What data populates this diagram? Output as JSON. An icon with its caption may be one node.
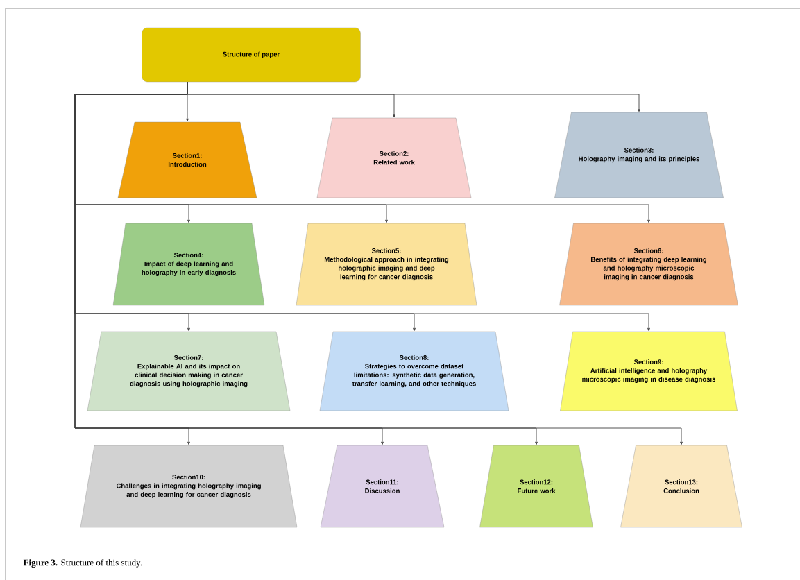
{
  "diagram": {
    "caption": "**Figure 3.** Structure of this study.",
    "nodes": [
      {
        "text": [
          "Structure of paper"
        ]
      },
      {
        "text": [
          "Section1:",
          "Introduction"
        ]
      },
      {
        "text": [
          "Section2:",
          "Related work"
        ]
      },
      {
        "text": [
          "Section3:",
          "Holography imaging and its principles"
        ]
      },
      {
        "text": [
          "Section4:",
          "Impact of deep learning and holography in early diagnosis"
        ]
      },
      {
        "text": [
          "Section5:",
          "Methodological approach in integrating holographic imaging and deep learning for cancer diagnosis"
        ]
      },
      {
        "text": [
          "Section6:",
          "Benefits of integrating deep learning and holography microscopic imaging in cancer diagnosis"
        ]
      },
      {
        "text": [
          "Section7:",
          "Explainable AI and its impact on clinical decision making in cancer diagnosis using holographic imaging"
        ]
      },
      {
        "text": [
          "Section8:",
          "Strategies to overcome dataset limitations: synthetic data generation, transfer learning, and other techniques"
        ]
      },
      {
        "text": [
          "Section9:",
          "Artificial intelligence and holography microscopic imaging in disease diagnosis"
        ]
      },
      {
        "text": [
          "Section10:",
          "Challenges in integrating holography imaging and deep learning for cancer diagnosis"
        ]
      },
      {
        "text": [
          "Section11:",
          "Discussion"
        ]
      },
      {
        "text": [
          "Section12:",
          "Future work"
        ]
      },
      {
        "text": [
          "Section13:",
          "Conclusion"
        ]
      }
    ],
    "edges": [
      {
        "from": 0,
        "to": 1,
        "arrow": "to"
      },
      {
        "from": 0,
        "to": 2,
        "arrow": "to"
      },
      {
        "from": 0,
        "to": 3,
        "arrow": "to"
      },
      {
        "from": 0,
        "to": 4,
        "arrow": "to"
      },
      {
        "from": 0,
        "to": 5,
        "arrow": "to"
      },
      {
        "from": 0,
        "to": 6,
        "arrow": "to"
      },
      {
        "from": 0,
        "to": 7,
        "arrow": "to"
      },
      {
        "from": 0,
        "to": 8,
        "arrow": "to"
      },
      {
        "from": 0,
        "to": 9,
        "arrow": "to"
      },
      {
        "from": 0,
        "to": 10,
        "arrow": "to"
      },
      {
        "from": 0,
        "to": 11,
        "arrow": "to"
      },
      {
        "from": 0,
        "to": 12,
        "arrow": "to"
      },
      {
        "from": 0,
        "to": 13,
        "arrow": "to"
      }
    ]
  }
}
